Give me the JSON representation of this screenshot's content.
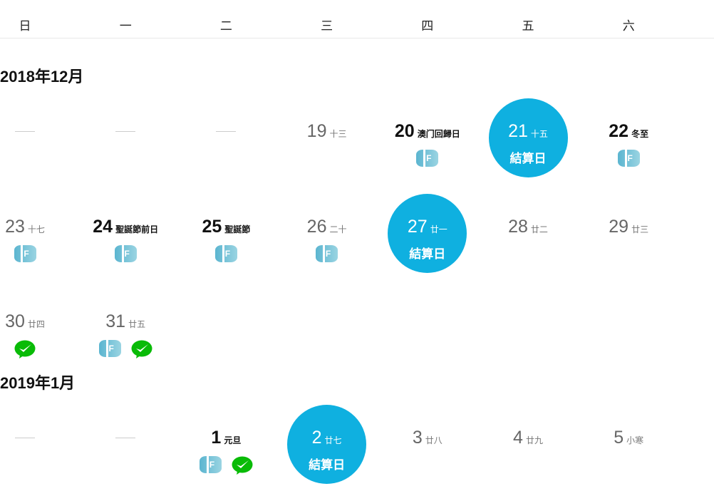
{
  "weekdays": [
    "日",
    "一",
    "二",
    "三",
    "四",
    "五",
    "六"
  ],
  "settle_label": "結算日",
  "colors": {
    "accent": "#0fb0e0",
    "wechat": "#09bb07"
  },
  "months": [
    {
      "title": "2018年12月",
      "weeks": [
        [
          {
            "empty": true
          },
          {
            "empty": true
          },
          {
            "empty": true
          },
          {
            "day": "19",
            "lunar": "十三"
          },
          {
            "day": "20",
            "lunar": "澳门回歸日",
            "holiday": true,
            "icons": [
              "lf-icon"
            ]
          },
          {
            "day": "21",
            "lunar": "十五",
            "settle": true
          },
          {
            "day": "22",
            "lunar": "冬至",
            "holiday": true,
            "icons": [
              "lf-icon"
            ]
          }
        ],
        [
          {
            "day": "23",
            "lunar": "十七",
            "icons": [
              "lf-icon"
            ]
          },
          {
            "day": "24",
            "lunar": "聖誕節前日",
            "holiday": true,
            "icons": [
              "lf-icon"
            ]
          },
          {
            "day": "25",
            "lunar": "聖誕節",
            "holiday": true,
            "icons": [
              "lf-icon"
            ]
          },
          {
            "day": "26",
            "lunar": "二十",
            "icons": [
              "lf-icon"
            ]
          },
          {
            "day": "27",
            "lunar": "廿一",
            "settle": true
          },
          {
            "day": "28",
            "lunar": "廿二"
          },
          {
            "day": "29",
            "lunar": "廿三"
          }
        ],
        [
          {
            "day": "30",
            "lunar": "廿四",
            "icons": [
              "wechat-pay-icon"
            ]
          },
          {
            "day": "31",
            "lunar": "廿五",
            "icons": [
              "lf-icon",
              "wechat-pay-icon"
            ]
          }
        ]
      ]
    },
    {
      "title": "2019年1月",
      "weeks": [
        [
          {
            "empty": true
          },
          {
            "empty": true
          },
          {
            "day": "1",
            "lunar": "元旦",
            "holiday": true,
            "icons": [
              "lf-icon",
              "wechat-pay-icon"
            ]
          },
          {
            "day": "2",
            "lunar": "廿七",
            "settle": true
          },
          {
            "day": "3",
            "lunar": "廿八"
          },
          {
            "day": "4",
            "lunar": "廿九"
          },
          {
            "day": "5",
            "lunar": "小寒"
          }
        ]
      ]
    }
  ]
}
